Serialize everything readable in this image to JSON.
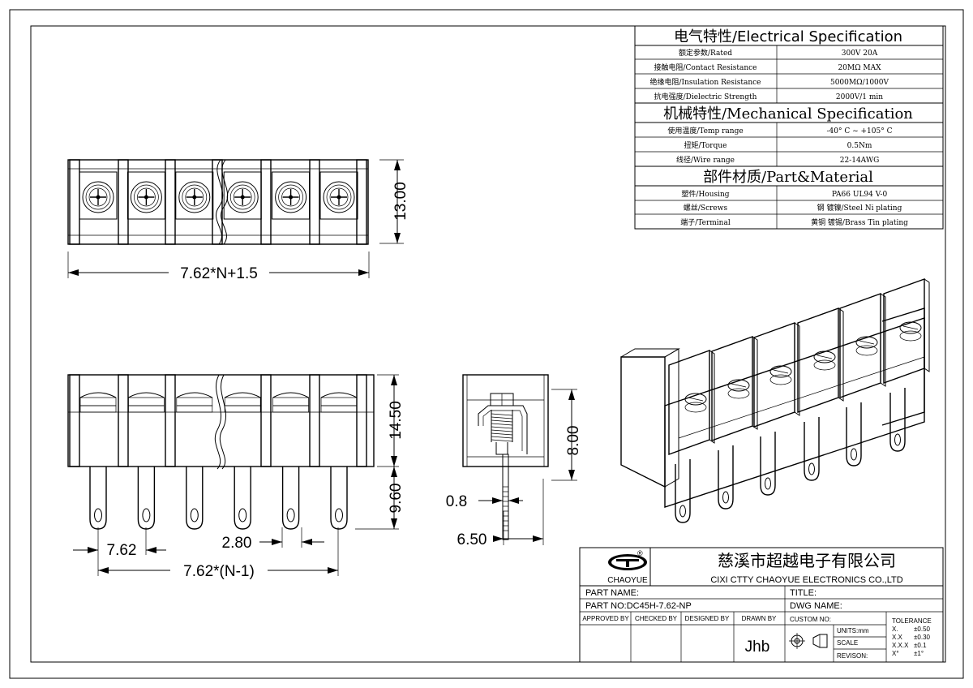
{
  "electrical": {
    "title": "电气特性/Electrical Specification",
    "rows": [
      {
        "label": "额定参数/Rated",
        "value": "300V  20A"
      },
      {
        "label": "接触电阻/Contact Resistance",
        "value": "20MΩ MAX"
      },
      {
        "label": "绝缘电阻/Insulation Resistance",
        "value": "5000MΩ/1000V"
      },
      {
        "label": "抗电强度/Dielectric Strength",
        "value": "2000V/1 min"
      }
    ]
  },
  "mechanical": {
    "title": "机械特性/Mechanical Specification",
    "rows": [
      {
        "label": "使用温度/Temp range",
        "value": "-40° C ~ +105° C"
      },
      {
        "label": "扭矩/Torque",
        "value": "0.5Nm"
      },
      {
        "label": "线径/Wire range",
        "value": "22-14AWG"
      }
    ]
  },
  "material": {
    "title": "部件材质/Part&Material",
    "rows": [
      {
        "label": "塑件/Housing",
        "value": "PA66 UL94 V-0"
      },
      {
        "label": "螺丝/Screws",
        "value": "钢 镀镍/Steel Ni plating"
      },
      {
        "label": "端子/Terminal",
        "value": "黄铜 镀锡/Brass Tin  plating"
      }
    ]
  },
  "dimensions": {
    "height_top": "13.00",
    "total_width": "7.62*N+1.5",
    "front_height": "14.50",
    "pin_length": "9.60",
    "pitch": "7.62",
    "pin_gap": "2.80",
    "pitch_span": "7.62*(N-1)",
    "side_height": "8.00",
    "pin_thick": "0.8",
    "side_width": "6.50"
  },
  "title_block": {
    "logo_text": "CHAOYUE",
    "logo_reg": "®",
    "company_cn": "慈溪市超越电子有限公司",
    "company_en": "CIXI CTTY CHAOYUE ELECTRONICS CO.,LTD",
    "part_name_label": "PART NAME:",
    "title_label": "TITLE:",
    "part_no": "PART NO:DC45H-7.62-NP",
    "dwg_name_label": "DWG NAME:",
    "approved_by": "APPROVED BY",
    "checked_by": "CHECKED BY",
    "designed_by": "DESIGNED BY",
    "drawn_by": "DRAWN BY",
    "drawn_by_value": "Jhb",
    "custom_no": "CUSTOM NO:",
    "units": "UNITS:mm",
    "scale": "SCALE",
    "revision": "REVISON:",
    "tolerance_title": "TOLERANCE",
    "tolerance": [
      {
        "k": "X.",
        "v": "±0.50"
      },
      {
        "k": "X.X",
        "v": "±0.30"
      },
      {
        "k": "X.X.X",
        "v": "±0.1"
      },
      {
        "k": "X°",
        "v": "±1°"
      }
    ]
  },
  "icons": [
    "logo-icon",
    "first-angle-projection-icon"
  ]
}
